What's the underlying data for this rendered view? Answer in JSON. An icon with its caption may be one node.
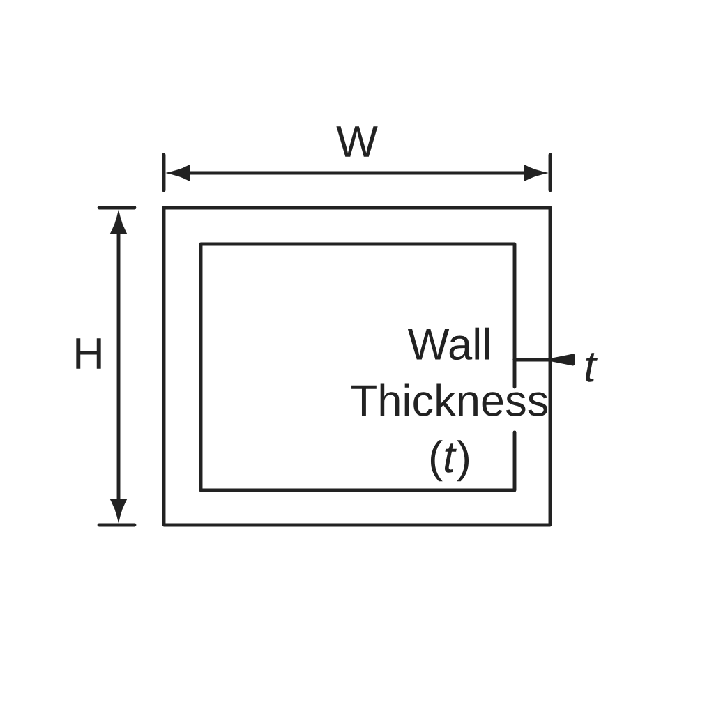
{
  "diagram": {
    "labels": [
      "W",
      "H",
      "Wall Thickness (*t*)",
      "t"
    ]
  }
}
